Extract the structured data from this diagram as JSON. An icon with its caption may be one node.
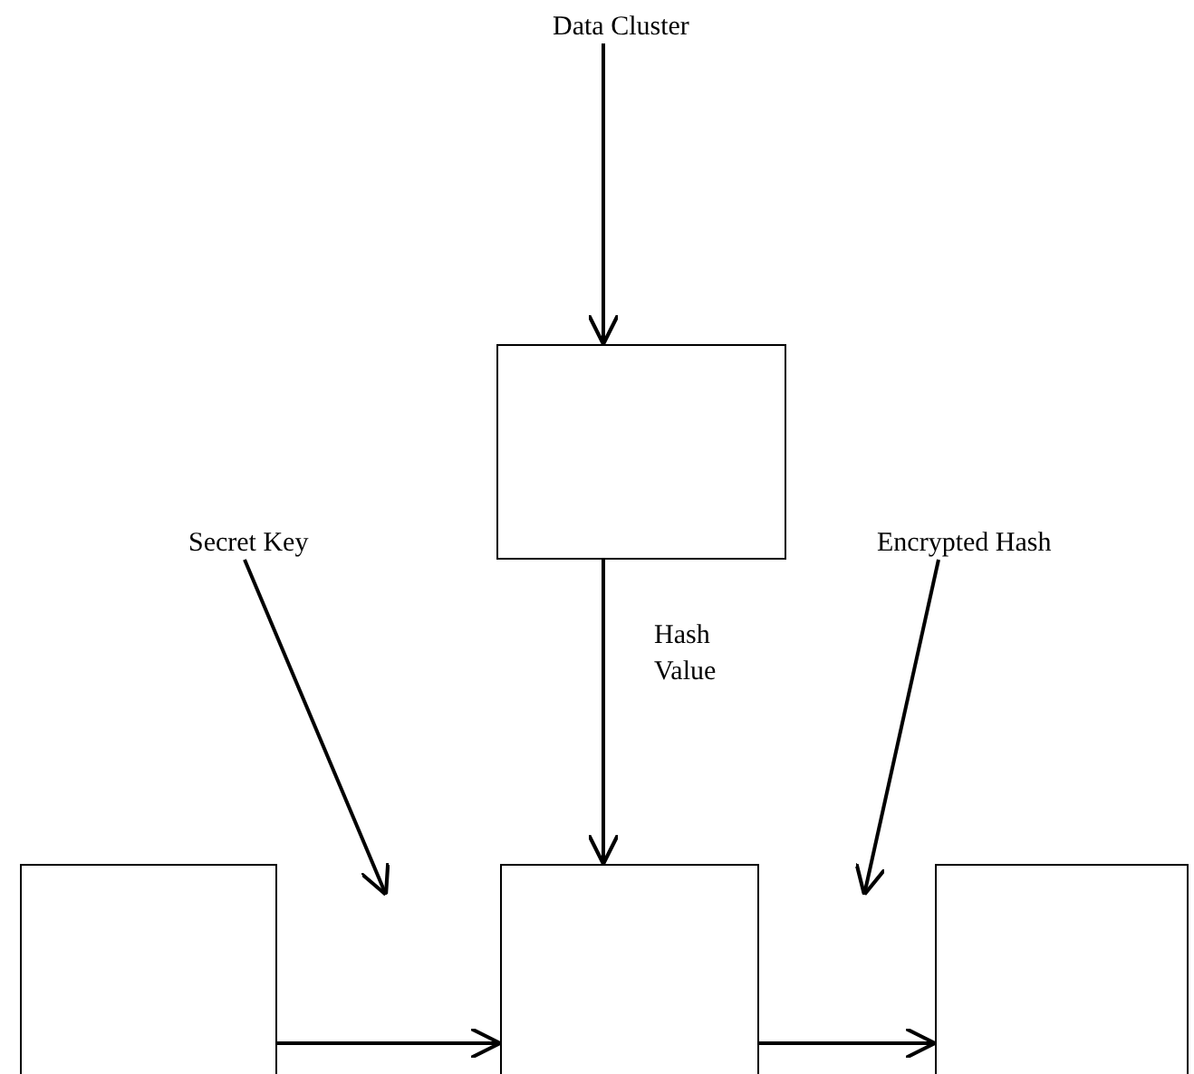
{
  "diagram": {
    "nodes": [
      {
        "text": [
          "Data Cluster"
        ]
      },
      {
        "text": [],
        "shape": "box"
      },
      {
        "text": [
          "Secret Key"
        ]
      },
      {
        "text": [
          "Encrypted Hash"
        ]
      },
      {
        "text": [],
        "shape": "box"
      },
      {
        "text": [],
        "shape": "box"
      },
      {
        "text": [],
        "shape": "box"
      }
    ],
    "edges": [
      {
        "from": 0,
        "to": 1,
        "arrow": "to"
      },
      {
        "from": 1,
        "to": 5,
        "arrow": "to",
        "label": "Hash Value"
      },
      {
        "from": 4,
        "to": 5,
        "arrow": "to"
      },
      {
        "from": 5,
        "to": 6,
        "arrow": "to"
      },
      {
        "from": 2,
        "to": null,
        "arrow": "to"
      },
      {
        "from": 3,
        "to": null,
        "arrow": "to"
      }
    ]
  }
}
